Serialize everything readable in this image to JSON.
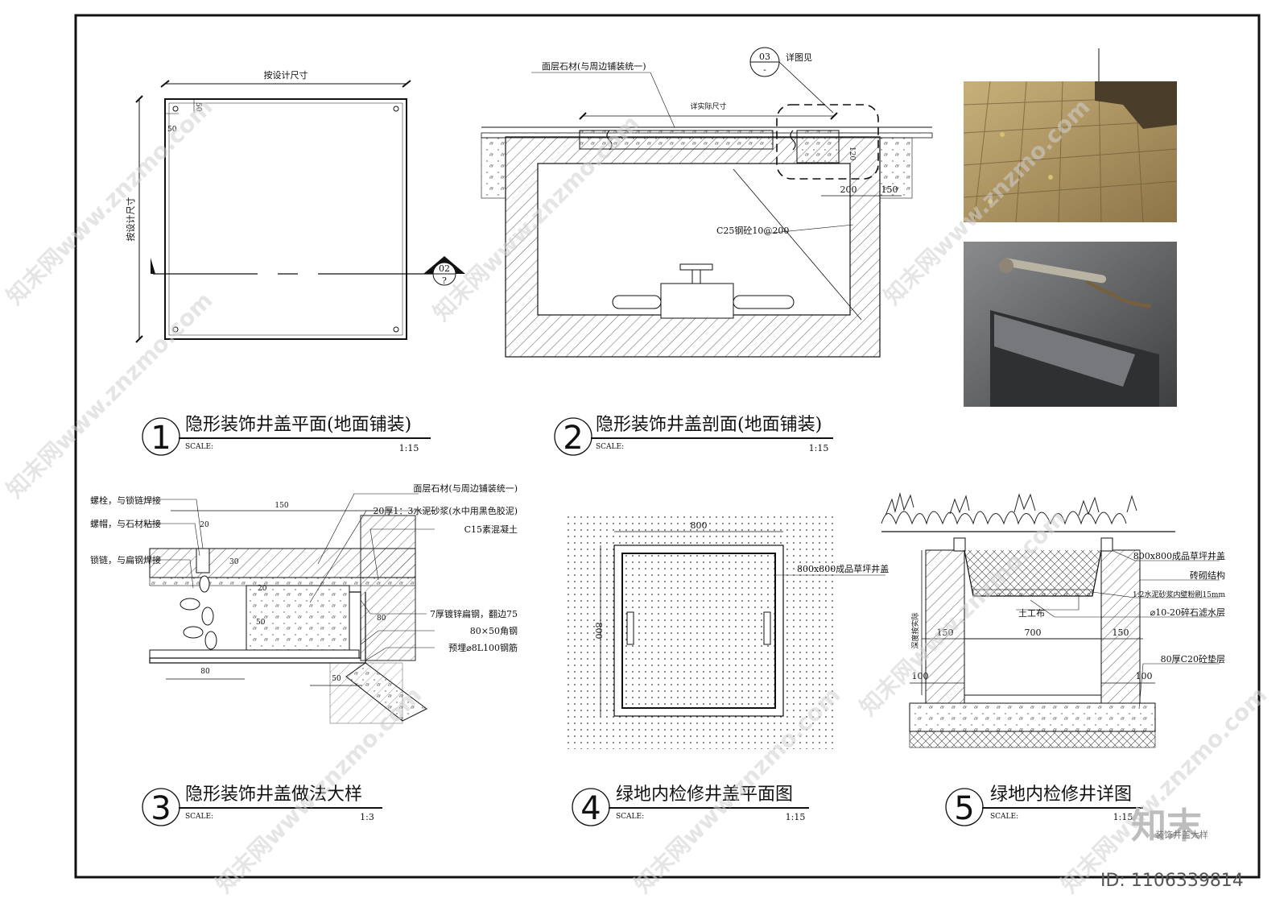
{
  "watermark": {
    "text": "知末网www.znzmo.com",
    "brand": "知末",
    "id": "ID: 1106339814",
    "footer_note": "装饰井盖大样"
  },
  "drawing1": {
    "number": "1",
    "title": "隐形装饰井盖平面(地面铺装)",
    "scale_label": "SCALE:",
    "scale": "1:15",
    "dim_top": "按设计尺寸",
    "dim_left": "按设计尺寸",
    "dim_50a": "50",
    "dim_50b": "50",
    "section_tag_top": "02",
    "section_tag_bottom": "?"
  },
  "drawing2": {
    "number": "2",
    "title": "隐形装饰井盖剖面(地面铺装)",
    "scale_label": "SCALE:",
    "scale": "1:15",
    "label_stone": "面层石材(与周边铺装统一)",
    "label_detail": "详图见",
    "detail_tag_top": "03",
    "detail_tag_bottom": "-",
    "dim_actual": "详实际尺寸",
    "dim_200": "200",
    "dim_150": "150",
    "dim_120": "120",
    "label_concrete": "C25钢砼10@200"
  },
  "drawing3": {
    "number": "3",
    "title": "隐形装饰井盖做法大样",
    "scale_label": "SCALE:",
    "scale": "1:3",
    "label_bolt": "螺栓，与锁链焊接",
    "label_cap": "螺帽，与石材粘接",
    "label_chain": "锁链，与扁钢焊接",
    "label_stone": "面层石材(与周边铺装统一)",
    "label_mortar": "20厚1：3水泥砂浆(水中用黑色胶泥)",
    "label_c15": "C15素混凝土",
    "label_flat": "7厚镀锌扁钢，翻边75",
    "label_angle": "80×50角钢",
    "label_rebar": "预埋⌀8L100钢筋",
    "dim_150": "150",
    "dim_20": "20",
    "dim_30": "30",
    "dim_20b": "20",
    "dim_50": "50",
    "dim_80v": "80",
    "dim_80": "80",
    "dim_50b": "50"
  },
  "drawing4": {
    "number": "4",
    "title": "绿地内检修井盖平面图",
    "scale_label": "SCALE:",
    "scale": "1:15",
    "dim_top": "800",
    "dim_left": "800",
    "label_cover": "800x800成品草坪井盖"
  },
  "drawing5": {
    "number": "5",
    "title": "绿地内检修井详图",
    "scale_label": "SCALE:",
    "scale": "1:15",
    "label_cover": "800x800成品草坪井盖",
    "label_brick": "砖砌结构",
    "label_plaster": "1:2水泥砂浆内壁粉刷15mm",
    "label_fabric": "土工布",
    "label_gravel": "⌀10-20碎石滤水层",
    "label_base": "80厚C20砼垫层",
    "label_depth": "深度按实际",
    "dim_150a": "150",
    "dim_700": "700",
    "dim_150b": "150",
    "dim_100a": "100",
    "dim_100b": "100"
  },
  "colors": {
    "line": "#111111",
    "hatch": "#333333",
    "photo_tile": "#b49a68",
    "photo_stone": "#5f6062"
  }
}
